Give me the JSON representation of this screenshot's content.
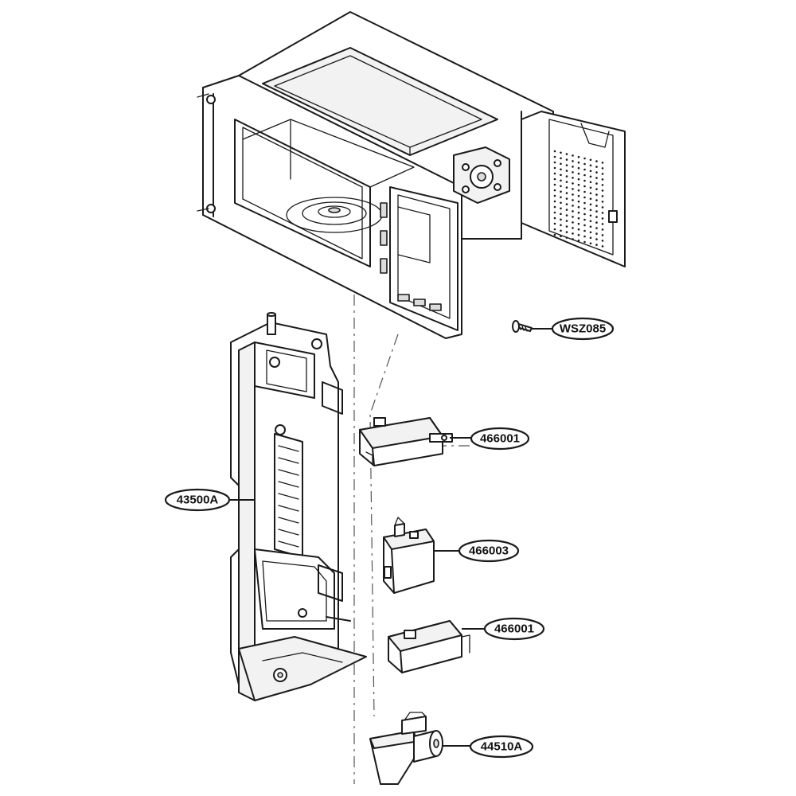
{
  "callouts": {
    "screw": "WSZ085",
    "switch_top": "466001",
    "latch_board": "43500A",
    "switch_middle": "466003",
    "switch_bottom": "466001",
    "lever": "44510A"
  }
}
